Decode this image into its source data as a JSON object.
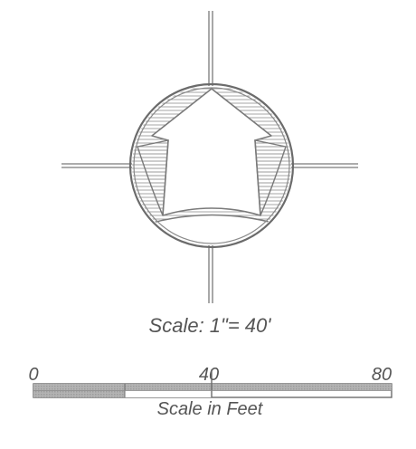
{
  "north_arrow": {
    "icon": "north-arrow-icon"
  },
  "scale_note": "Scale: 1\"= 40'",
  "scale_bar": {
    "tick_labels": [
      "0",
      "40",
      "80"
    ],
    "caption": "Scale in Feet"
  },
  "colors": {
    "ink": "#6b6b6b",
    "hatch": "#9a9a9a",
    "bar_fill": "#a8a8a8"
  }
}
